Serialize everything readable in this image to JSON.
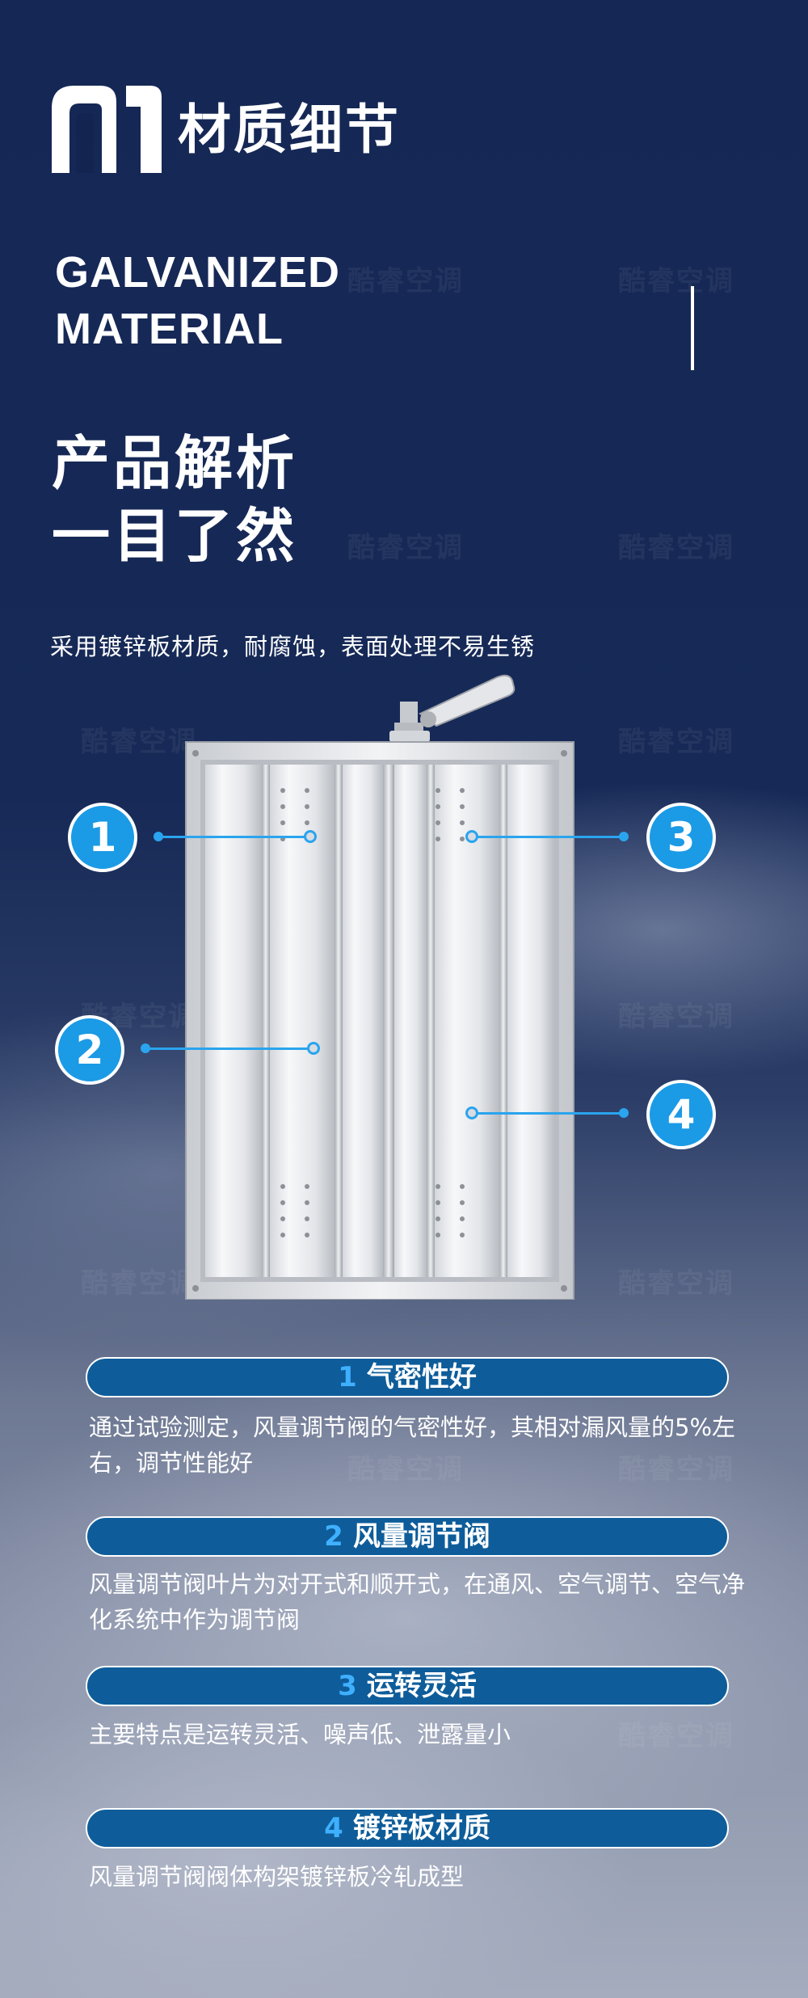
{
  "header": {
    "logo_text": "01",
    "title": "材质细节"
  },
  "english_title": {
    "line1": "GALVANIZED",
    "line2": "MATERIAL"
  },
  "headline": {
    "line1": "产品解析",
    "line2": "一目了然"
  },
  "subtitle": "采用镀锌板材质，耐腐蚀，表面处理不易生锈",
  "watermark_text": "酷睿空调",
  "callouts": [
    "1",
    "2",
    "3",
    "4"
  ],
  "features": [
    {
      "number": "1",
      "title": "气密性好",
      "desc": "通过试验测定，风量调节阀的气密性好，其相对漏风量的5%左右，调节性能好"
    },
    {
      "number": "2",
      "title": "风量调节阀",
      "desc": "风量调节阀叶片为对开式和顺开式，在通风、空气调节、空气净化系统中作为调节阀"
    },
    {
      "number": "3",
      "title": "运转灵活",
      "desc": "主要特点是运转灵活、噪声低、泄露量小"
    },
    {
      "number": "4",
      "title": "镀锌板材质",
      "desc": "风量调节阀阀体构架镀锌板冷轧成型"
    }
  ],
  "colors": {
    "background": "#132451",
    "accent": "#1b9ae6",
    "pill": "#0e5d9a"
  }
}
